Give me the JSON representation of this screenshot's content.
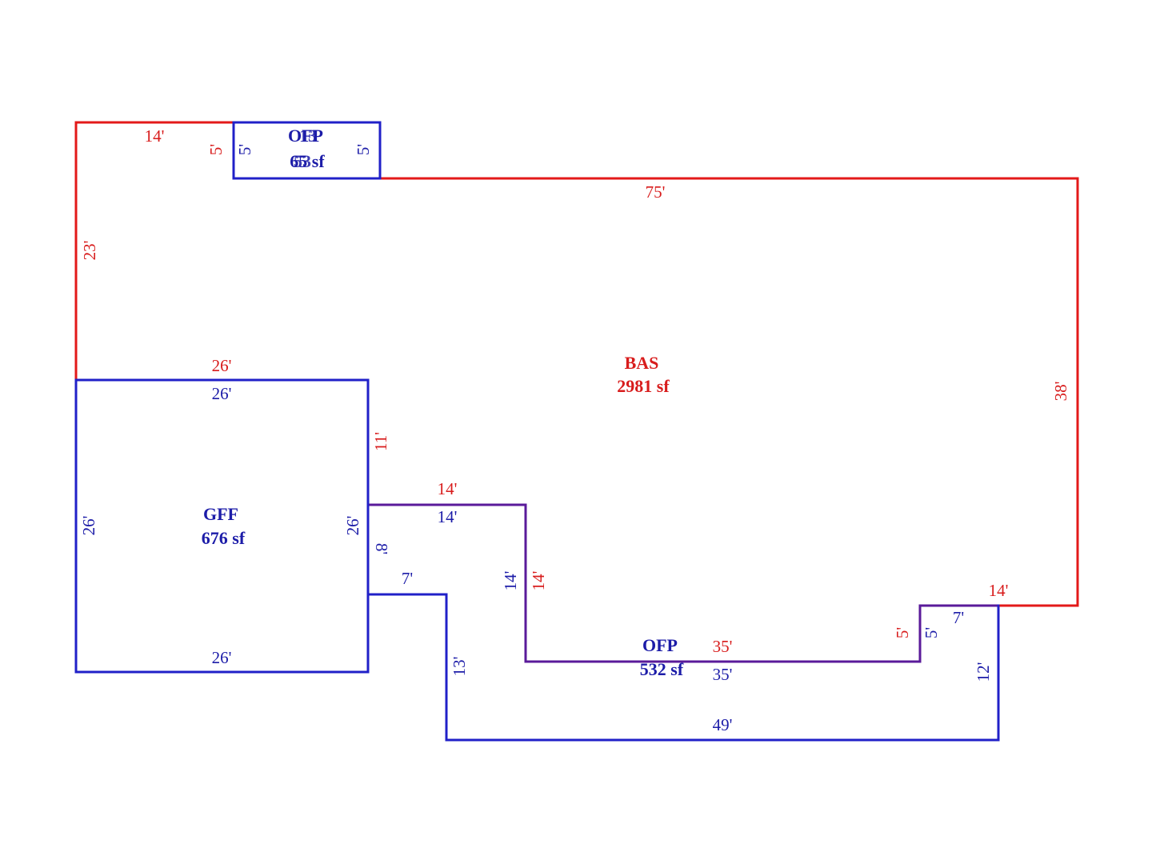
{
  "colors": {
    "bas": "#e31919",
    "attached": "#2020c8",
    "shared": "#5a1a9a"
  },
  "areas": {
    "bas": {
      "name": "BAS",
      "sf": "2981 sf"
    },
    "gff": {
      "name": "GFF",
      "sf": "676 sf"
    },
    "ofp_top": {
      "name": "OFP",
      "sf": "65 sf"
    },
    "ofp_top_overlap": {
      "name": "13",
      "sf": "53"
    },
    "ofp_bottom": {
      "name": "OFP",
      "sf": "532 sf"
    }
  },
  "dims": {
    "bas_top_left": "14'",
    "bas_notch": "5'",
    "bas_top": "75'",
    "bas_left": "23'",
    "bas_right": "38'",
    "bas_bottom_right": "14'",
    "bas_step_down": "5'",
    "bas_bottom": "35'",
    "bas_inner_vertical": "14'",
    "bas_inner_top": "14'",
    "bas_inner_left": "11'",
    "bas_gff_top": "26'",
    "gff_top": "26'",
    "gff_left": "26'",
    "gff_right": "26'",
    "gff_bottom": "26'",
    "ofp_top_left": "5'",
    "ofp_top_right": "5'",
    "ofp_inner_top": "14'",
    "ofp_inner_vertical": "14'",
    "ofp_inner_left": "8'",
    "ofp_inner_step": "7'",
    "ofp_left_lower": "13'",
    "ofp_bottom": "49'",
    "ofp_right": "12'",
    "ofp_right_top": "7'",
    "ofp_right_step": "5'",
    "ofp_bottom_inner": "35'"
  }
}
